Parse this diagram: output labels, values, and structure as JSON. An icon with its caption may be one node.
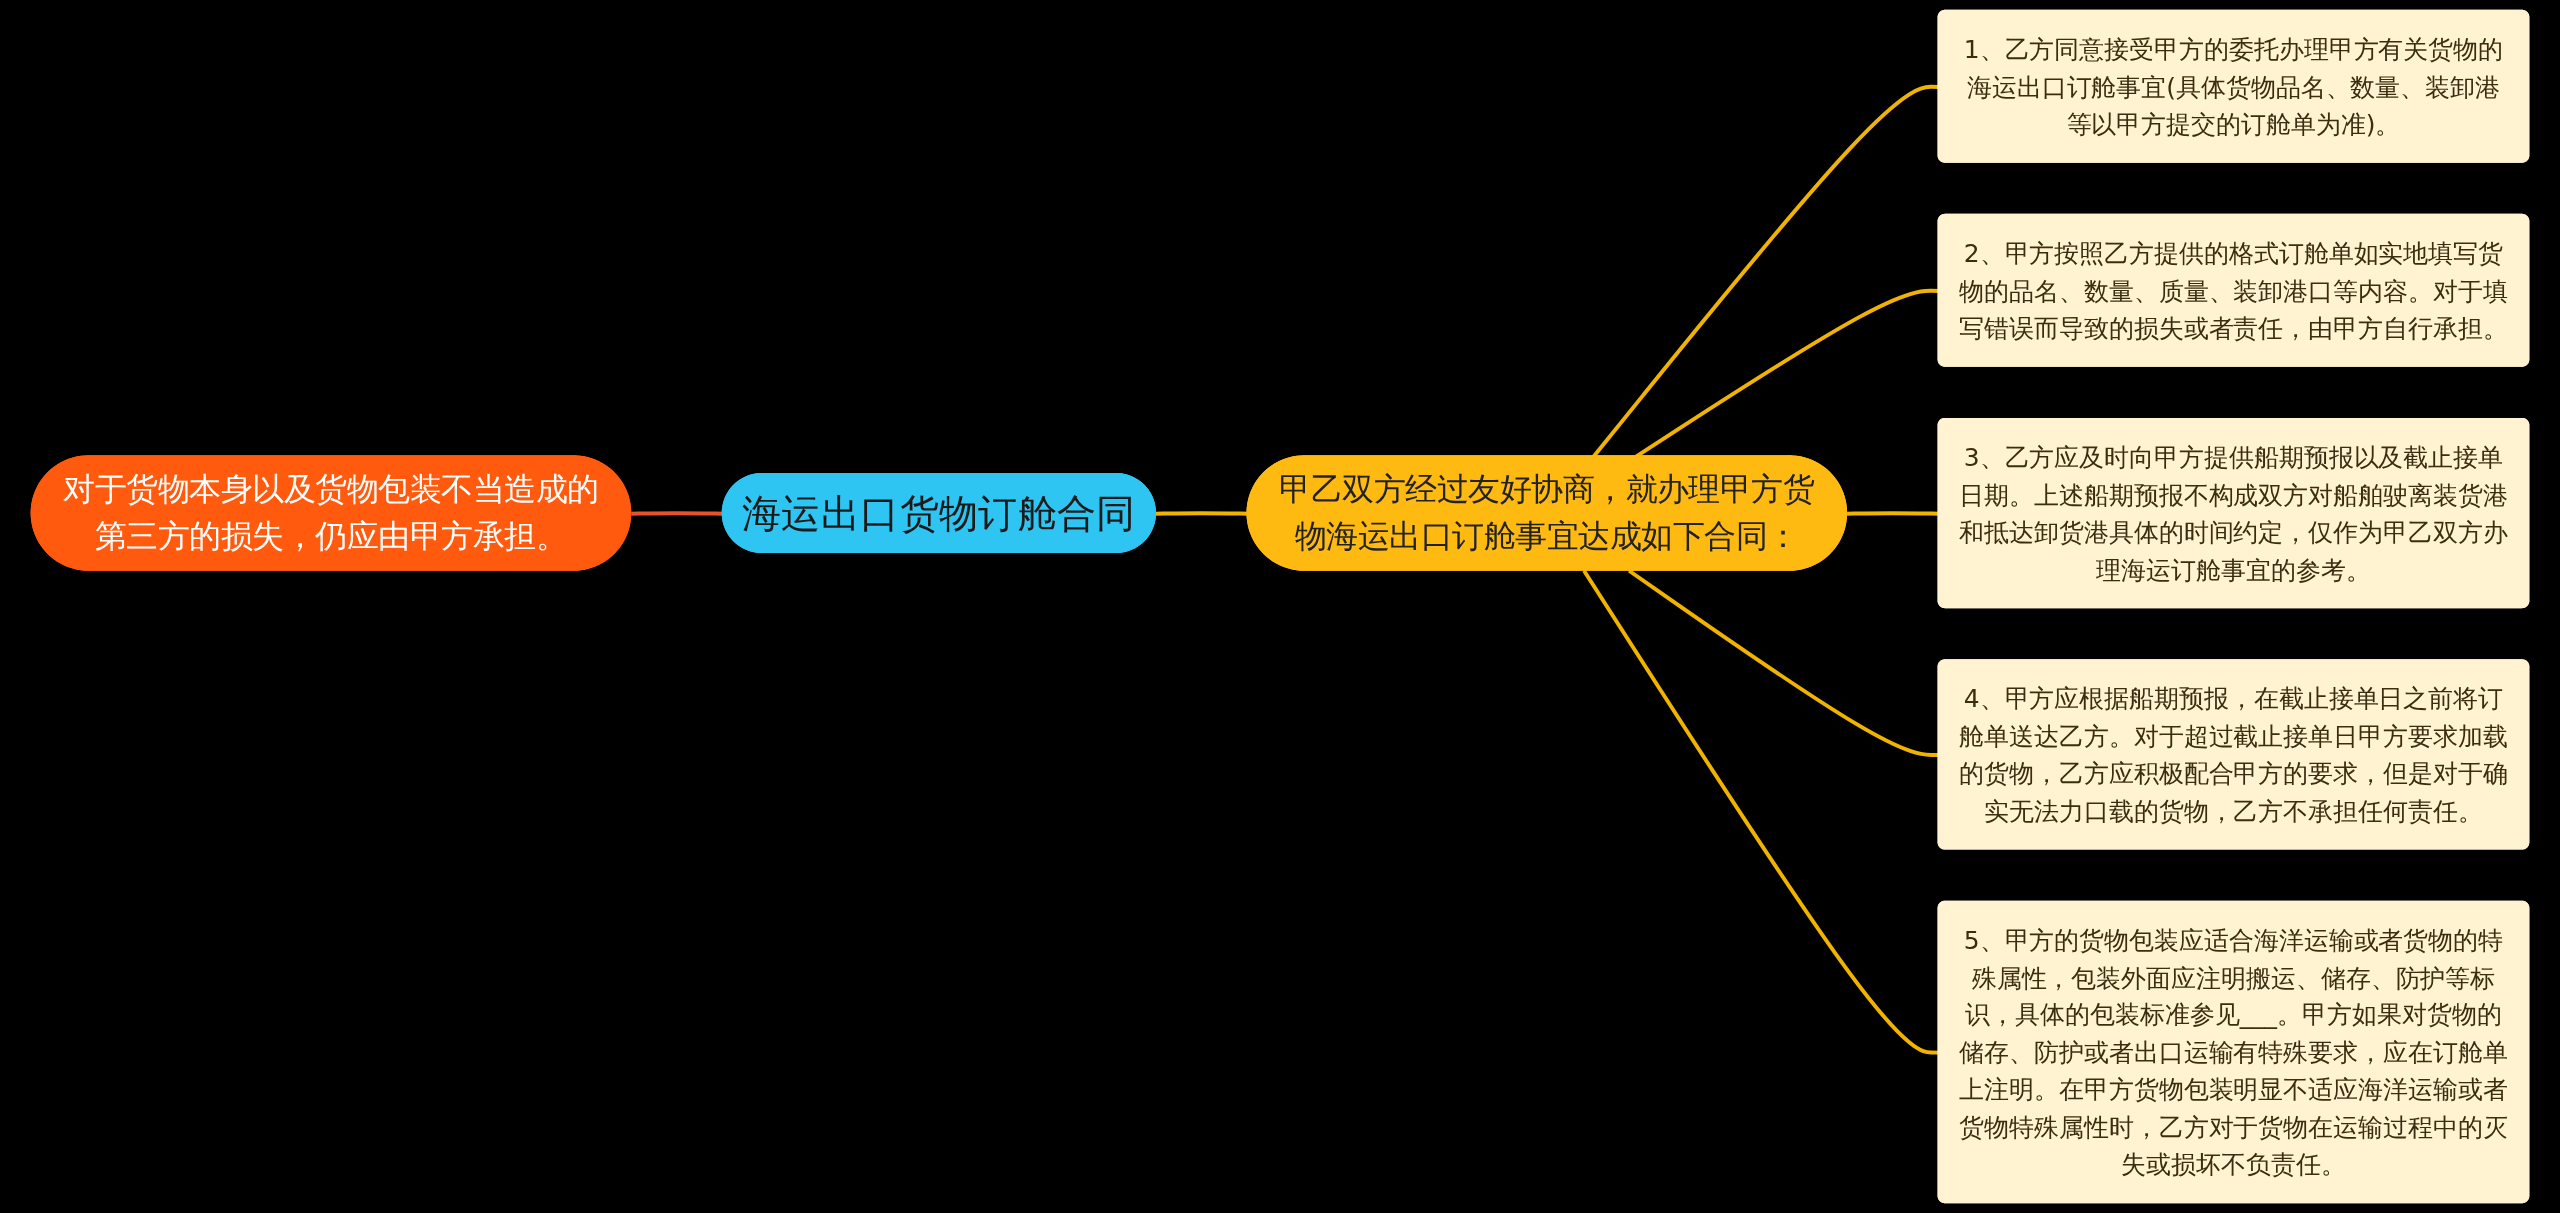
{
  "diagram": {
    "nodes": [
      {
        "text": [
          "海运出口货物订舱合同"
        ]
      },
      {
        "text": [
          "对于货物本身以及货物包装不当造成的第三方的损失，仍应由甲方承担。"
        ]
      },
      {
        "text": [
          "甲乙双方经过友好协商，就办理甲方货物海运出口订舱事宜达成如下合同："
        ]
      },
      {
        "text": [
          "1、乙方同意接受甲方的委托办理甲方有关货物的海运出口订舱事宜(具体货物品名、数量、装卸港等以甲方提交的订舱单为准)。"
        ]
      },
      {
        "text": [
          "2、甲方按照乙方提供的格式订舱单如实地填写货物的品名、数量、质量、装卸港口等内容。对于填写错误而导致的损失或者责任，由甲方自行承担。"
        ]
      },
      {
        "text": [
          "3、乙方应及时向甲方提供船期预报以及截止接单日期。上述船期预报不构成双方对船舶驶离装货港和抵达卸货港具体的时间约定，仅作为甲乙双方办理海运订舱事宜的参考。"
        ]
      },
      {
        "text": [
          "4、甲方应根据船期预报，在截止接单日之前将订舱单送达乙方。对于超过截止接单日甲方要求加载的货物，乙方应积极配合甲方的要求，但是对于确实无法力口载的货物，乙方不承担任何责任。"
        ]
      },
      {
        "text": [
          "5、甲方的货物包装应适合海洋运输或者货物的特殊属性，包装外面应注明搬运、储存、防护等标识，具体的包装标准参见___。甲方如果对货物的储存、防护或者出口运输有特殊要求，应在订舱单上注明。在甲方货物包装明显不适应海洋运输或者货物特殊属性时，乙方对于货物在运输过程中的灭失或损坏不负责任。"
        ]
      }
    ],
    "edges": [
      {
        "from": 0,
        "to": 1,
        "arrow": "none",
        "color": "#e8512a"
      },
      {
        "from": 0,
        "to": 2,
        "arrow": "none"
      },
      {
        "from": 2,
        "to": 3,
        "arrow": "none"
      },
      {
        "from": 2,
        "to": 4,
        "arrow": "none"
      },
      {
        "from": 2,
        "to": 5,
        "arrow": "none"
      },
      {
        "from": 2,
        "to": 6,
        "arrow": "none"
      },
      {
        "from": 2,
        "to": 7,
        "arrow": "none"
      }
    ]
  }
}
